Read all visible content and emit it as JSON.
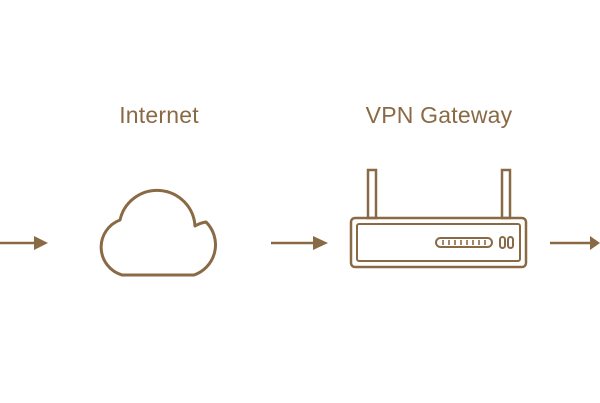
{
  "diagram": {
    "nodes": [
      {
        "id": "internet",
        "label": "Internet",
        "icon": "cloud-icon"
      },
      {
        "id": "vpn-gateway",
        "label": "VPN Gateway",
        "icon": "router-icon"
      }
    ],
    "edges": [
      {
        "from": "",
        "to": "internet"
      },
      {
        "from": "internet",
        "to": "vpn-gateway"
      },
      {
        "from": "vpn-gateway",
        "to": ""
      }
    ],
    "colors": {
      "stroke": "#8a6a45",
      "label": "#8a6a45",
      "background": "#ffffff"
    }
  }
}
